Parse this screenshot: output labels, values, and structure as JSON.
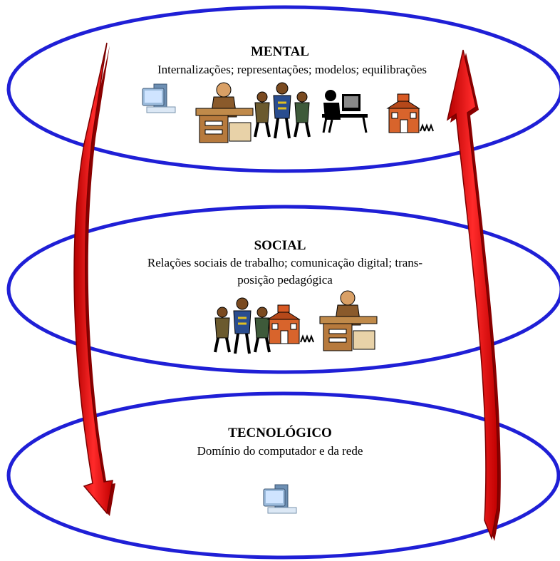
{
  "levels": {
    "mental": {
      "title": "MENTAL",
      "description": "Internalizações; representações; modelos; equilibrações",
      "icons": [
        "computer-icon",
        "office-worker-icon",
        "people-talking-icon",
        "computer-user-icon",
        "school-icon"
      ]
    },
    "social": {
      "title": "SOCIAL",
      "description_line1": "Relações sociais de trabalho; comunicação digital; trans-",
      "description_line2": "posição pedagógica",
      "icons": [
        "people-talking-icon",
        "school-icon",
        "office-worker-icon"
      ]
    },
    "tecnologico": {
      "title": "TECNOLÓGICO",
      "description": "Domínio do computador e da rede",
      "icons": [
        "computer-icon"
      ]
    }
  },
  "colors": {
    "ellipse_stroke": "#1f1fd6",
    "arrow_fill": "#ee1111",
    "arrow_shadow": "#8a0000"
  }
}
